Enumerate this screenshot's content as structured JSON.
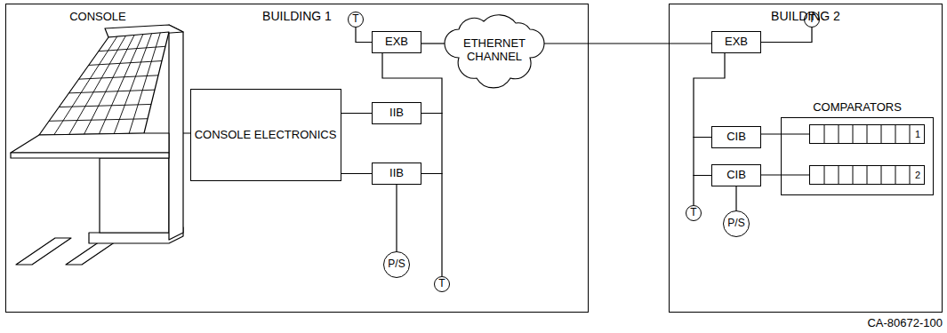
{
  "diagram": {
    "caption": "CA-80672-100",
    "nodes": [
      {
        "text": [
          "BUILDING 1"
        ]
      },
      {
        "text": [
          "T"
        ],
        "in": 0
      },
      {
        "text": [
          "EXB"
        ],
        "in": 0
      },
      {
        "text": [
          "CONSOLE ELECTRONICS"
        ],
        "in": 0
      },
      {
        "text": [
          "IIB"
        ],
        "in": 0
      },
      {
        "text": [
          "IIB"
        ],
        "in": 0
      },
      {
        "text": [
          "P/S"
        ],
        "in": 0
      },
      {
        "text": [
          "T"
        ],
        "in": 0
      },
      {
        "text": [
          "ETHERNET CHANNEL"
        ]
      },
      {
        "text": [
          "BUILDING 2"
        ]
      },
      {
        "text": [
          "T"
        ],
        "in": 9
      },
      {
        "text": [
          "EXB"
        ],
        "in": 9
      },
      {
        "text": [
          "CIB"
        ],
        "in": 9
      },
      {
        "text": [
          "COMPARATORS"
        ],
        "in": 9
      },
      {
        "text": [
          "1"
        ],
        "in": 13
      },
      {
        "text": [
          "CIB"
        ],
        "in": 9
      },
      {
        "text": [
          "2"
        ],
        "in": 13
      },
      {
        "text": [
          "T"
        ],
        "in": 9
      },
      {
        "text": [
          "P/S"
        ],
        "in": 9
      }
    ],
    "edges": [
      {
        "from": 1,
        "to": 2,
        "arrow": "none"
      },
      {
        "from": 2,
        "to": 8,
        "arrow": "none"
      },
      {
        "from": 8,
        "to": 11,
        "arrow": "none"
      },
      {
        "from": 3,
        "to": 4,
        "arrow": "none"
      },
      {
        "from": 3,
        "to": 5,
        "arrow": "none"
      },
      {
        "from": 2,
        "to": 4,
        "arrow": "none"
      },
      {
        "from": 4,
        "to": 5,
        "arrow": "none"
      },
      {
        "from": 5,
        "to": 7,
        "arrow": "none"
      },
      {
        "from": 5,
        "to": 6,
        "arrow": "none"
      },
      {
        "from": 11,
        "to": 10,
        "arrow": "none"
      },
      {
        "from": 11,
        "to": 12,
        "arrow": "none"
      },
      {
        "from": 12,
        "to": 15,
        "arrow": "none"
      },
      {
        "from": 12,
        "to": 14,
        "arrow": "none"
      },
      {
        "from": 15,
        "to": 17,
        "arrow": "none"
      },
      {
        "from": 15,
        "to": 18,
        "arrow": "none"
      },
      {
        "from": 15,
        "to": 16,
        "arrow": "none"
      }
    ],
    "labels": [
      "CONSOLE"
    ]
  }
}
